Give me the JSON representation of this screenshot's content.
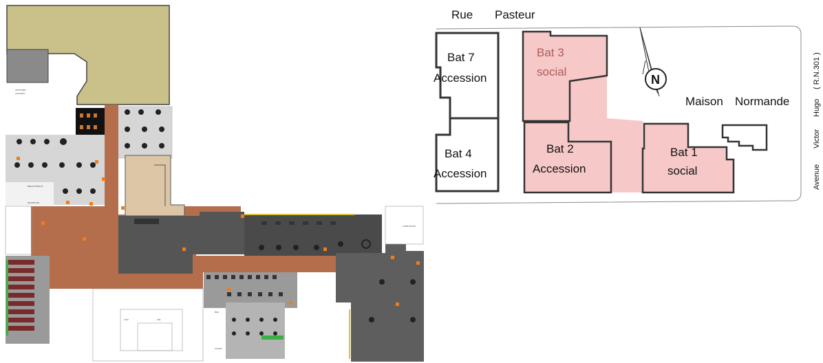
{
  "colors": {
    "beige": "#c9c08a",
    "tan": "#dcc6a6",
    "brick": "#b46e4c",
    "darkgray": "#555555",
    "midgray": "#8a8a8a",
    "lightgray": "#d2d2d2",
    "accent_orange": "#f07d1a",
    "building_pink": "#f6c8c8",
    "building_outline": "#333333"
  },
  "site_plan": {
    "street_top": {
      "word1": "Rue",
      "word2": "Pasteur"
    },
    "street_right": {
      "avenue": "Avenue",
      "victor": "Victor",
      "hugo": "Hugo",
      "rn": "( R.N.301 )"
    },
    "compass_letter": "N",
    "maison": {
      "word1": "Maison",
      "word2": "Normande"
    },
    "buildings": {
      "bat7": {
        "line1": "Bat 7",
        "line2": "Accession"
      },
      "bat4": {
        "line1": "Bat 4",
        "line2": "Accession"
      },
      "bat3": {
        "line1": "Bat 3",
        "line2": "social"
      },
      "bat2": {
        "line1": "Bat 2",
        "line2": "Accession"
      },
      "bat1": {
        "line1": "Bat 1",
        "line2": "social"
      }
    }
  },
  "floor_plan": {
    "tiny_labels": [
      "VESTIAIRE",
      "CUSTODY",
      "BIBLIOTHÈQUE",
      "RECEPTION",
      "GYM",
      "SPA",
      "BAR",
      "SAUNA",
      "CORE ROOM"
    ]
  }
}
